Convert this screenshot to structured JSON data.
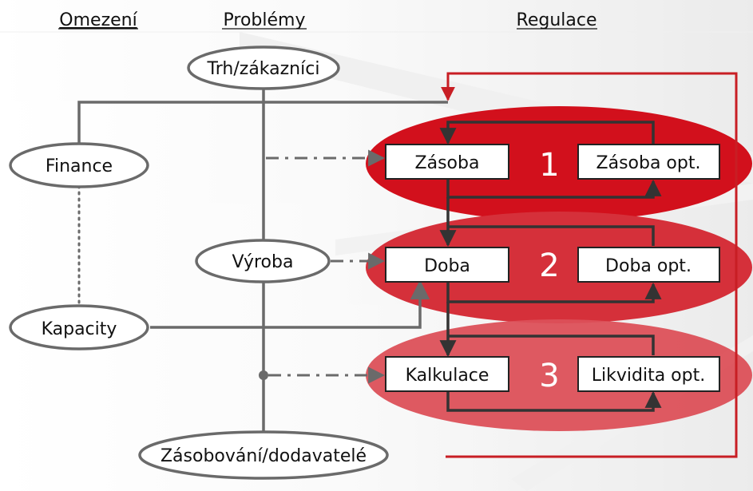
{
  "headers": {
    "constraints": "Omezení",
    "problems": "Problémy",
    "regulation": "Regulace"
  },
  "left_nodes": {
    "finance": "Finance",
    "capacity": "Kapacity"
  },
  "middle_nodes": {
    "market": "Trh/zákazníci",
    "production": "Výroba",
    "supply": "Zásobování/dodavatelé"
  },
  "regulation_loops": [
    {
      "number": "1",
      "variable": "Zásoba",
      "optimum": "Zásoba opt.",
      "color": "#d2101c"
    },
    {
      "number": "2",
      "variable": "Doba",
      "optimum": "Doba opt.",
      "color": "#d5303a"
    },
    {
      "number": "3",
      "variable": "Kalkulace",
      "optimum": "Likvidita opt.",
      "color": "#dc5058"
    }
  ],
  "colors": {
    "connector_gray": "#6a6a6a",
    "loop_arrow": "#333333",
    "feedback_red": "#c81e24",
    "box_border": "#222222"
  }
}
